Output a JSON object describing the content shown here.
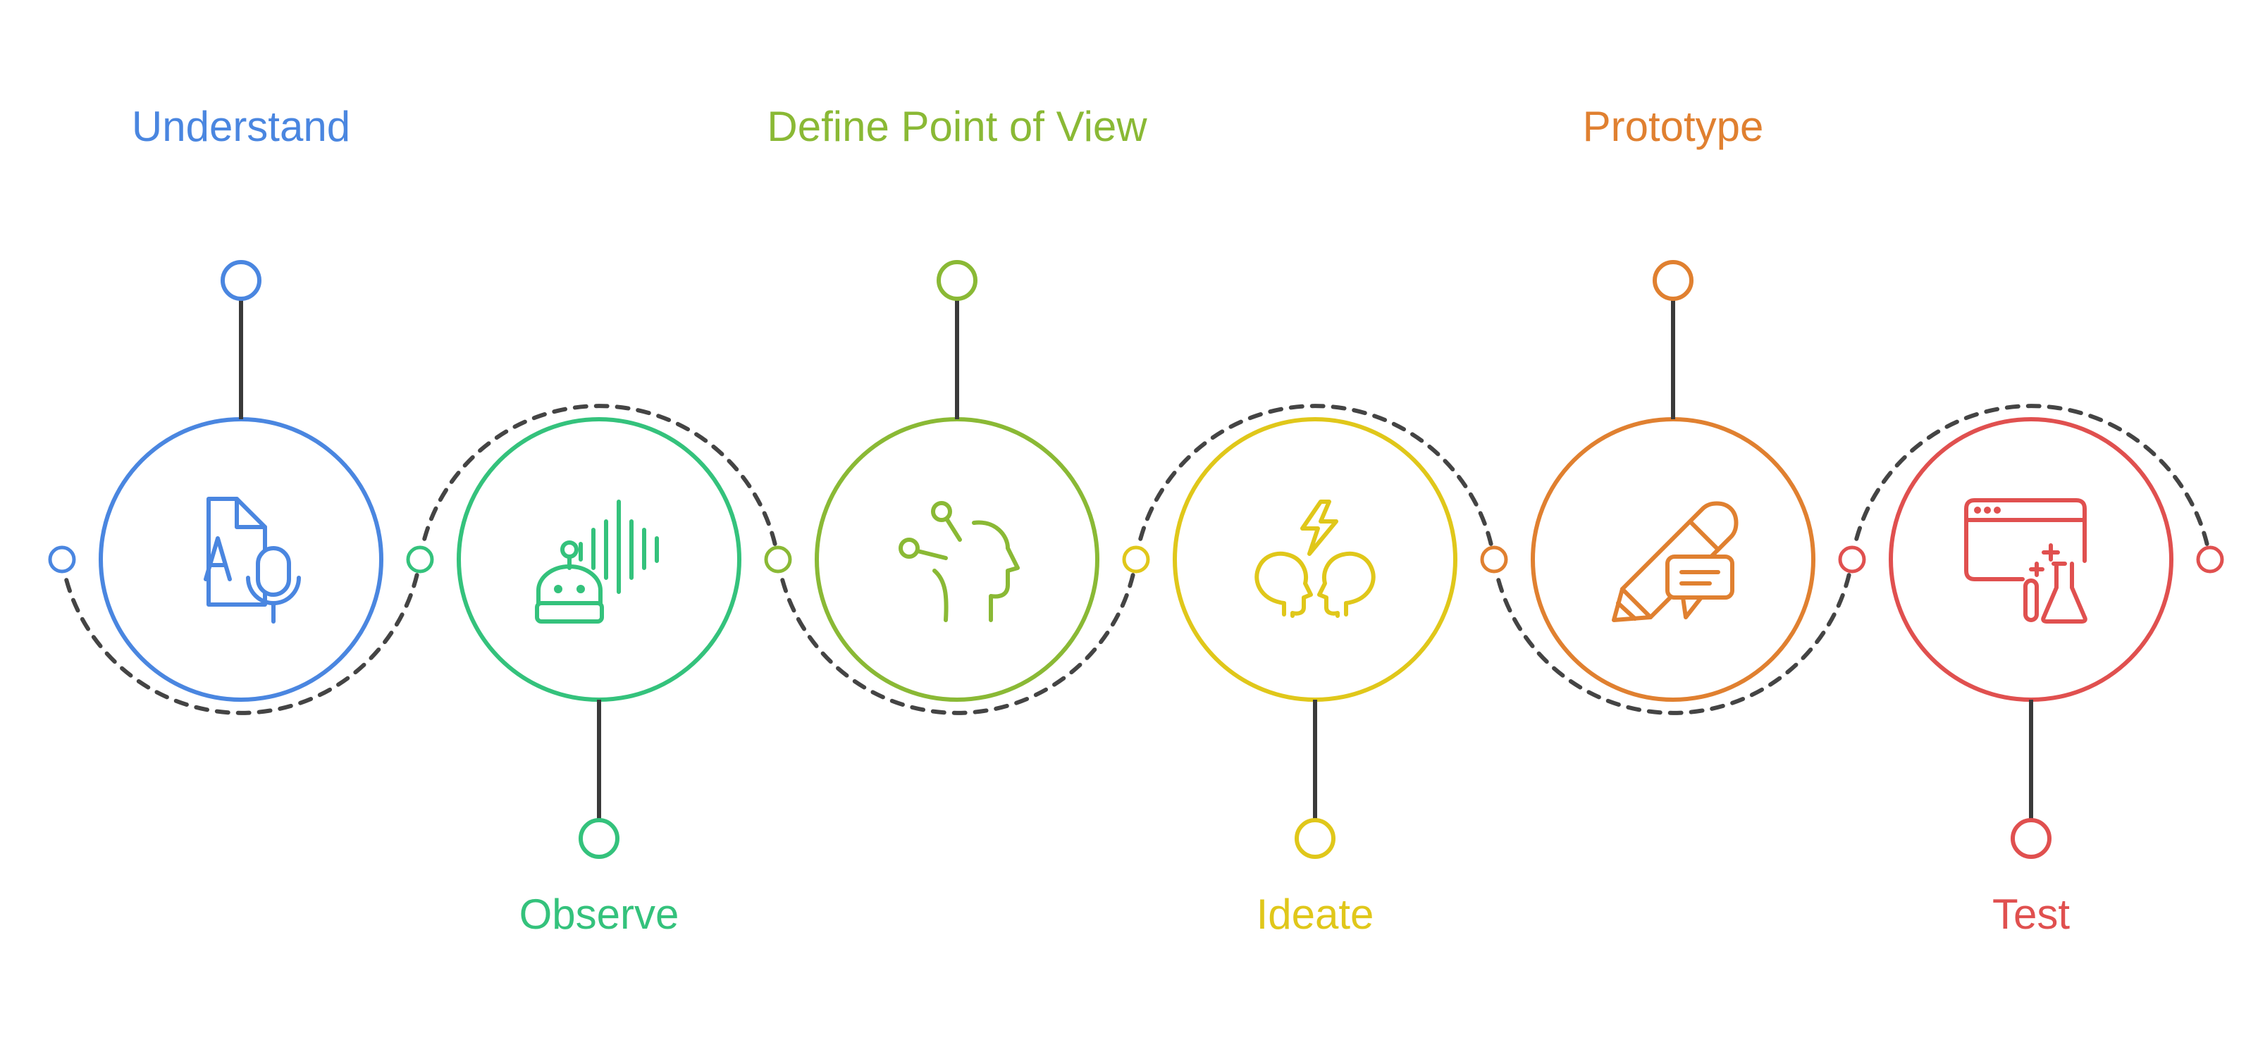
{
  "stages": [
    {
      "name": "Understand",
      "color": "#4A86E0",
      "icon": "document-audio-icon",
      "label_position": "top"
    },
    {
      "name": "Observe",
      "color": "#34C27C",
      "icon": "robot-sound-wave-icon",
      "label_position": "bottom"
    },
    {
      "name": "Define Point of View",
      "color": "#8AB935",
      "icon": "head-ideas-icon",
      "label_position": "top"
    },
    {
      "name": "Ideate",
      "color": "#E0C71A",
      "icon": "brainstorm-heads-icon",
      "label_position": "bottom"
    },
    {
      "name": "Prototype",
      "color": "#E08030",
      "icon": "pencil-chat-icon",
      "label_position": "top"
    },
    {
      "name": "Test",
      "color": "#E0504F",
      "icon": "browser-lab-icon",
      "label_position": "bottom"
    }
  ],
  "connector_color": "#3A3A3A",
  "dash_color": "#444444"
}
